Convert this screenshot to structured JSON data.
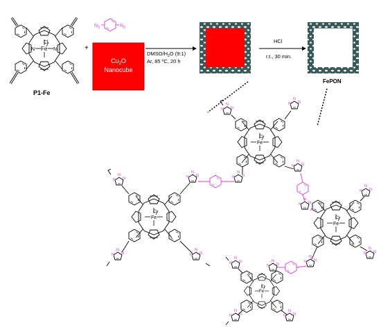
{
  "reagents": {
    "porphyrin_label": "P1-Fe",
    "azide_left": "N",
    "azide_left_sub": "3",
    "azide_right": "N",
    "azide_right_sub": "3",
    "plus_sign": "+",
    "metal": "Fe",
    "chloride": "Cl",
    "nitrogen": "N"
  },
  "nanocube": {
    "line1": "Cu",
    "line1_sub": "2",
    "line1_tail": "O",
    "line2": "Nanocube"
  },
  "step1": {
    "solvent": "DMSO/H",
    "solvent_sub": "2",
    "solvent_tail": "O (9:1)",
    "conditions": "Ar, 85 ºC, 20 h"
  },
  "step2": {
    "reagent": "HCl",
    "conditions": "r.t., 30 min."
  },
  "product_label": "FePON",
  "colors": {
    "porphyrin_black": "#000000",
    "azide_linker_magenta": "#d040d0",
    "nanocube_red": "#ff0000",
    "shell_teal": "#3a5a5a"
  }
}
